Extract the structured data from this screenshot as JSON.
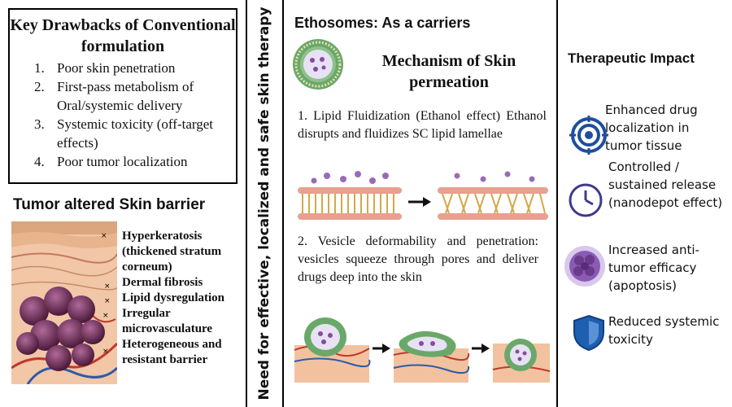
{
  "drawbacks": {
    "title": "Key Drawbacks of Conventional formulation",
    "items": [
      {
        "num": "1.",
        "text": "Poor skin penetration"
      },
      {
        "num": "2.",
        "text": "First-pass metabolism of Oral/systemic delivery"
      },
      {
        "num": "3.",
        "text": "Systemic toxicity (off-target effects)"
      },
      {
        "num": "4.",
        "text": "Poor tumor localization"
      }
    ]
  },
  "tumor": {
    "title": "Tumor altered Skin barrier",
    "items": [
      "Hyperkeratosis (thickened stratum corneum)",
      "Dermal fibrosis",
      "Lipid dysregulation",
      "Irregular microvasculature",
      "Heterogeneous and resistant barrier"
    ]
  },
  "vertical_label": "Need for effective, localized and safe skin therapy",
  "ethosomes": {
    "title": "Ethosomes: As a carriers",
    "mechanism_title": "Mechanism of Skin permeation",
    "step1": "1. Lipid Fluidization (Ethanol effect) Ethanol disrupts and fluidizes SC lipid lamellae",
    "step2": "2. Vesicle deformability and penetration: vesicles squeeze through pores and deliver drugs deep into the skin"
  },
  "therapeutic": {
    "title": "Therapeutic Impact",
    "items": [
      {
        "icon": "target-icon",
        "text": "Enhanced drug localization in tumor tissue",
        "color": "#1f4e9c"
      },
      {
        "icon": "clock-icon",
        "text": "Controlled / sustained release (nanodepot effect)",
        "color": "#3f3a8c"
      },
      {
        "icon": "tumor-cell-icon",
        "text": "Increased anti-tumor efficacy (apoptosis)",
        "color": "#6a3a8c"
      },
      {
        "icon": "shield-icon",
        "text": "Reduced systemic toxicity",
        "color": "#1f5fb0"
      }
    ]
  }
}
